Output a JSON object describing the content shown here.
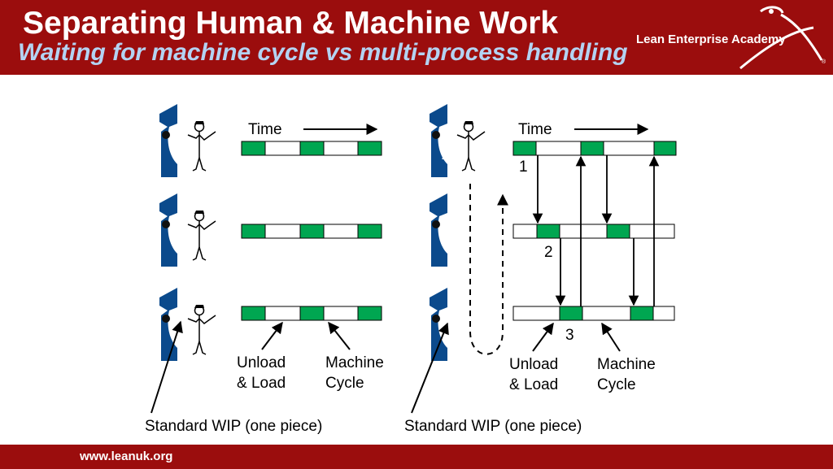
{
  "header": {
    "title": "Separating Human & Machine Work",
    "subtitle": "Waiting for machine cycle vs multi-process handling",
    "academy": "Lean Enterprise Academy"
  },
  "left_panel": {
    "time_label": "Time",
    "unload_label_1": "Unload",
    "unload_label_2": "& Load",
    "machine_label_1": "Machine",
    "machine_label_2": "Cycle",
    "wip_label": "Standard WIP (one piece)"
  },
  "right_panel": {
    "time_label": "Time",
    "machine_numbers": [
      "1",
      "2",
      "3"
    ],
    "step_numbers": [
      "1",
      "2",
      "3"
    ],
    "unload_label_1": "Unload",
    "unload_label_2": "& Load",
    "machine_label_1": "Machine",
    "machine_label_2": "Cycle",
    "wip_label": "Standard WIP (one piece)"
  },
  "footer": {
    "url": "www.leanuk.org"
  },
  "colors": {
    "header_red": "#9b0d0d",
    "subtitle_blue": "#b4d3f2",
    "machine_blue": "#0b4a8c",
    "segment_green": "#00a651"
  },
  "icons": [
    "machine-icon",
    "stick-figure-operator-icon",
    "lean-academy-logo-icon"
  ]
}
